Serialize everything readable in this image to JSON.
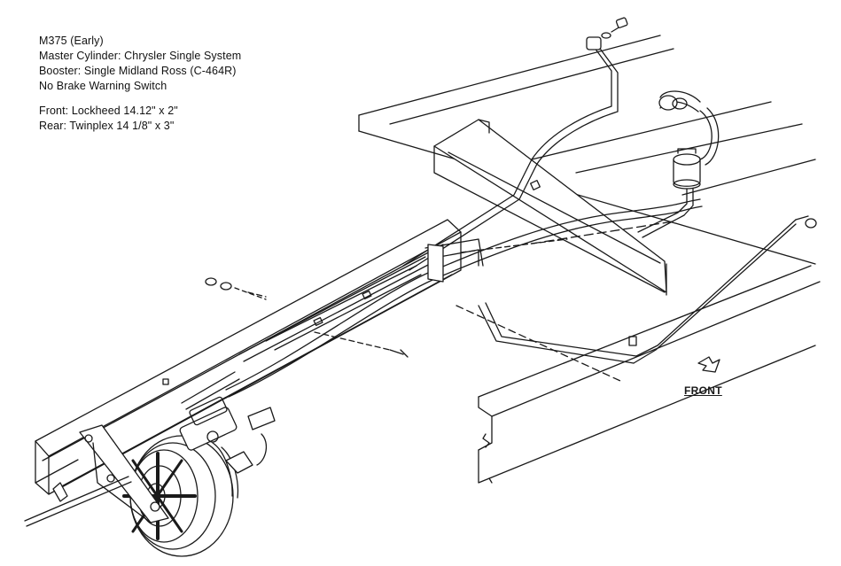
{
  "spec": {
    "model": "M375 (Early)",
    "master_cylinder": "Master Cylinder: Chrysler Single System",
    "booster": "Booster: Single Midland Ross (C-464R)",
    "warning_switch": "No Brake Warning Switch",
    "front_brakes": "Front: Lockheed 14.12\" x 2\"",
    "rear_brakes": "Rear: Twinplex 14 1/8\" x 3\""
  },
  "direction_label": "FRONT",
  "colors": {
    "ink": "#1a1a1a",
    "paper": "#ffffff"
  }
}
